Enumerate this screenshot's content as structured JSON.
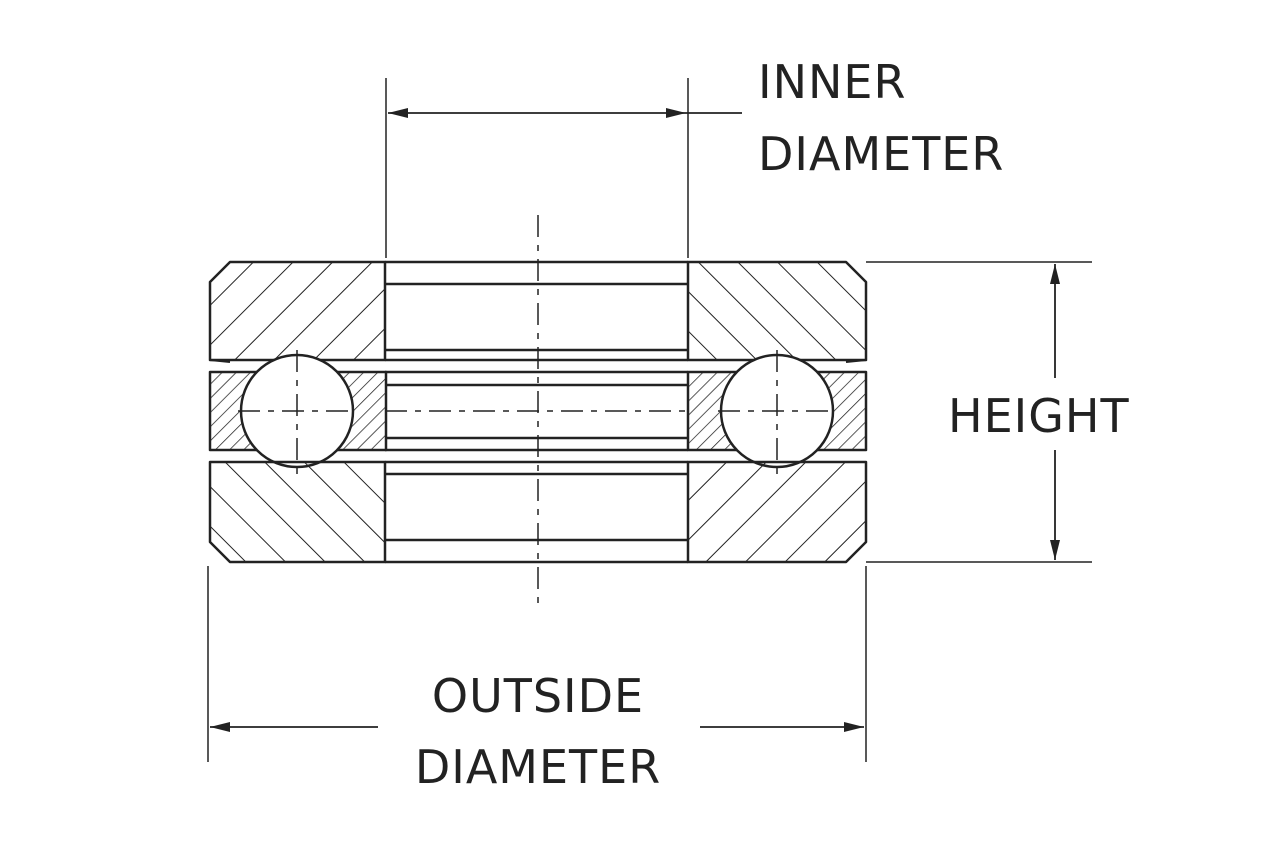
{
  "labels": {
    "inner_line1": "INNER",
    "inner_line2": "DIAMETER",
    "height": "HEIGHT",
    "outside_line1": "OUTSIDE",
    "outside_line2": "DIAMETER"
  },
  "colors": {
    "line": "#222222",
    "background": "#ffffff"
  }
}
